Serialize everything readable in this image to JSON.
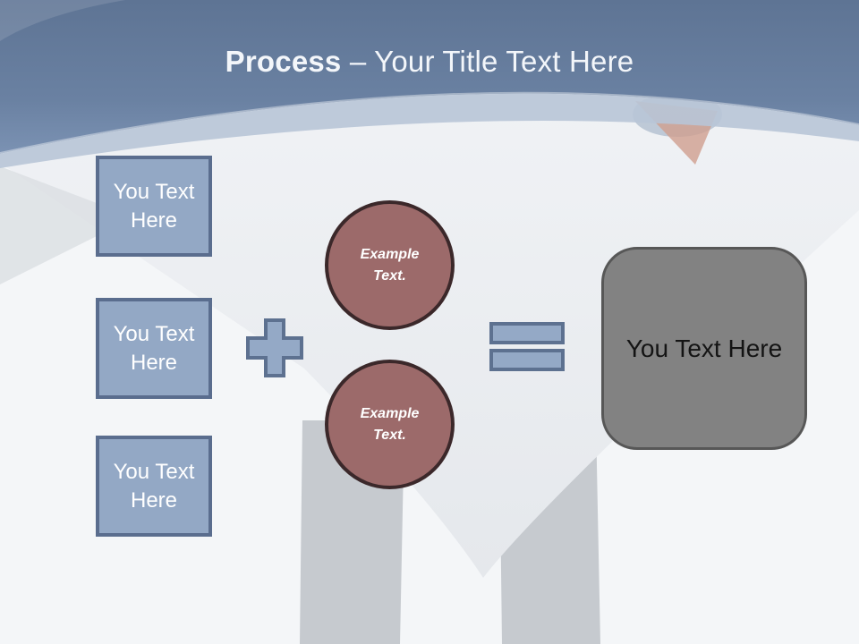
{
  "slide": {
    "title": {
      "emphasis": "Process",
      "rest": " – Your Title Text Here"
    },
    "input_boxes": [
      {
        "label": "You Text Here"
      },
      {
        "label": "You Text Here"
      },
      {
        "label": "You Text Here"
      }
    ],
    "operators": [
      {
        "icon": "plus-icon"
      },
      {
        "icon": "equals-icon"
      }
    ],
    "example_circles": [
      {
        "label": "Example Text."
      },
      {
        "label": "Example Text."
      }
    ],
    "result_box": {
      "label": "You Text Here"
    },
    "colors": {
      "header_blue_top": "#5E7494",
      "header_blue_bottom": "#7B92B3",
      "accent_band": "#B8C5D7",
      "body_background": "#F3F5F7",
      "box_fill": "#93A8C5",
      "box_border": "#5A6D8E",
      "operator_fill": "#94A9C6",
      "operator_border": "#5D7190",
      "circle_fill": "#9C6A6A",
      "circle_border": "#3B282A",
      "result_fill": "#828282",
      "result_border": "#575757",
      "title_text": "#F3F6FA",
      "box_text": "#FFFFFF",
      "circle_text": "#FFFFFF",
      "result_text": "#141414"
    }
  }
}
